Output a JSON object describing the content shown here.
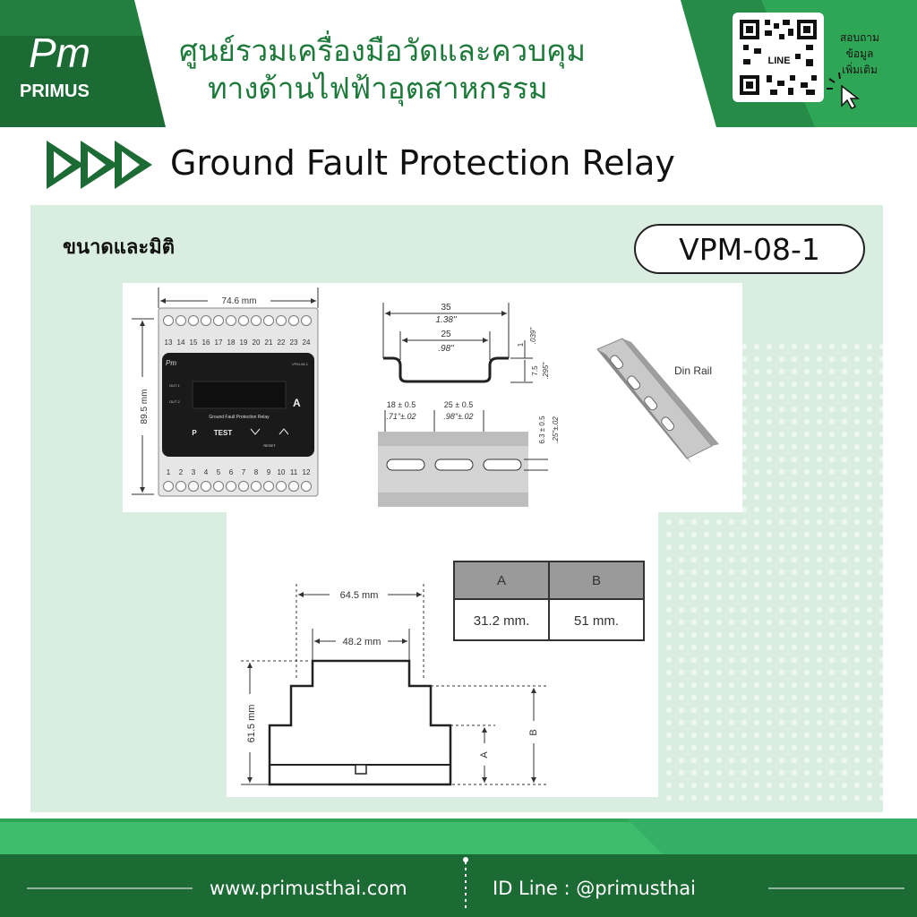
{
  "brand": {
    "logo_text": "Pm",
    "name": "PRIMUS",
    "headline_line1": "ศูนย์รวมเครื่องมือวัดและควบคุม",
    "headline_line2": "ทางด้านไฟฟ้าอุตสาหกรรม",
    "qr_caption_1": "สอบถาม",
    "qr_caption_2": "ข้อมูล",
    "qr_caption_3": "เพิ่มเติม",
    "qr_center_label": "LINE"
  },
  "product": {
    "title": "Ground Fault Protection Relay",
    "section_title": "ขนาดและมิติ",
    "model": "VPM-08-1"
  },
  "front_view": {
    "width_label": "74.6 mm",
    "height_label": "89.5 mm",
    "top_terminals": [
      "13",
      "14",
      "15",
      "16",
      "17",
      "18",
      "19",
      "20",
      "21",
      "22",
      "23",
      "24"
    ],
    "bottom_terminals": [
      "1",
      "2",
      "3",
      "4",
      "5",
      "6",
      "7",
      "8",
      "9",
      "10",
      "11",
      "12"
    ],
    "device_name": "Ground Fault Protection Relay",
    "led1": "OUT 1",
    "led2": "OUT 2",
    "unit_letter": "A",
    "btn_p": "P",
    "btn_test": "TEST",
    "btn_reset": "RESET",
    "model_small": "VPM-08-1"
  },
  "rail_profile": {
    "outer_mm": "35",
    "outer_in": "1.38\"",
    "inner_mm": "25",
    "inner_in": ".98\"",
    "thick_mm": "1",
    "thick_in": ".039\"",
    "depth_mm": "7.5",
    "depth_in": ".295\""
  },
  "rail_top": {
    "slot_pitch_mm": "18 ± 0.5",
    "slot_pitch_in": ".71\"±.02",
    "slot_len_mm": "25 ± 0.5",
    "slot_len_in": ".98\"±.02",
    "slot_w_mm": "6.3 ± 0.5",
    "slot_w_in": ".25\"±.02"
  },
  "din_rail_label": "Din Rail",
  "side_view": {
    "outer_width": "64.5 mm",
    "inner_width": "48.2 mm",
    "height": "61.5 mm",
    "label_a": "A",
    "label_b": "B"
  },
  "dim_table": {
    "headers": [
      "A",
      "B"
    ],
    "values": [
      "31.2 mm.",
      "51 mm."
    ]
  },
  "footer": {
    "website": "www.primusthai.com",
    "line_id": "ID Line : @primusthai"
  },
  "colors": {
    "dark_green": "#1d6b34",
    "mid_green": "#2fa656",
    "light_green": "#4cc77a",
    "panel": "#d9eee0"
  }
}
